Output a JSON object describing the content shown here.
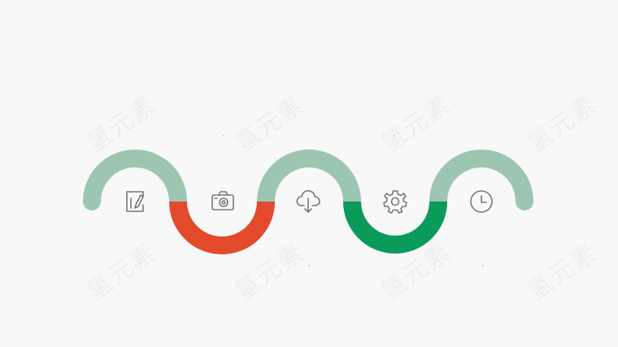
{
  "watermark_text": "氢元素",
  "colors": {
    "background": "#f8f8f8",
    "arc_light": "#9cc6b1",
    "arc_red": "#e34a2c",
    "arc_green": "#0a9b5a",
    "icon": "#777777"
  },
  "segments": [
    {
      "position": "top",
      "color": "arc_light",
      "icon": "note-edit-icon"
    },
    {
      "position": "bottom",
      "color": "arc_red",
      "icon": "camera-icon"
    },
    {
      "position": "top",
      "color": "arc_light",
      "icon": "cloud-download-icon"
    },
    {
      "position": "bottom",
      "color": "arc_green",
      "icon": "gear-icon"
    },
    {
      "position": "top",
      "color": "arc_light",
      "icon": "clock-icon"
    }
  ]
}
